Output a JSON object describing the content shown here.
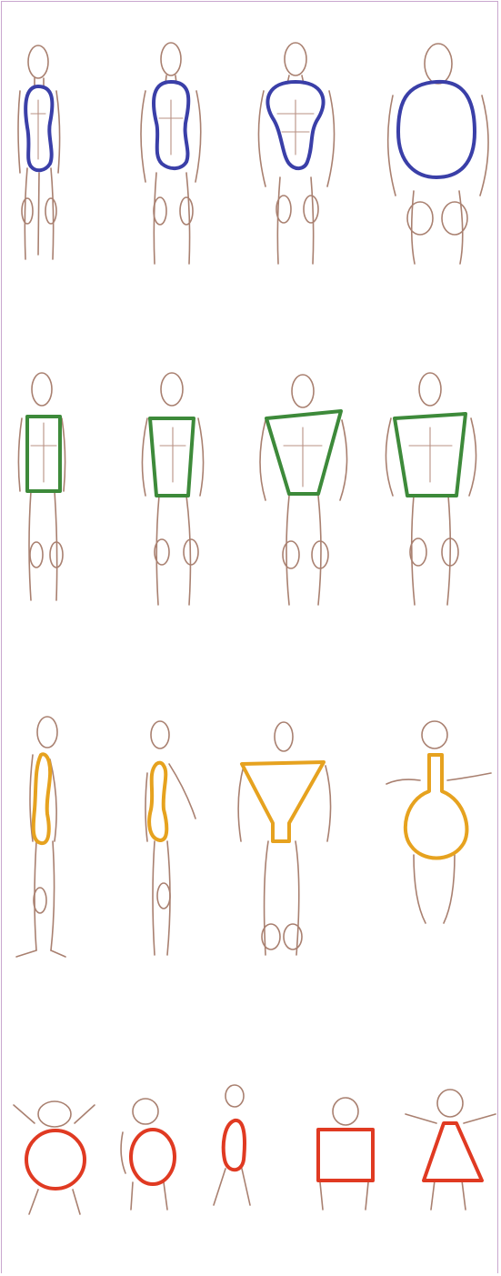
{
  "colors": {
    "border": "#c9a6cf",
    "sketch": "#a98070",
    "row_1_shape": "#3a3fa8",
    "row_2_shape": "#3d8a3a",
    "row_3_shape": "#e6a21f",
    "row_4_shape": "#e03a22"
  },
  "rows": [
    {
      "shape": "rounded-oval",
      "color_key": "row_1_shape",
      "figures": 4
    },
    {
      "shape": "rectangle-to-trapezoid",
      "color_key": "row_2_shape",
      "figures": 4
    },
    {
      "shape": "mixed-oval-triangle-circle",
      "color_key": "row_3_shape",
      "figures": 4
    },
    {
      "shape": "circle-oval-square-triangle",
      "color_key": "row_4_shape",
      "figures": 5
    }
  ]
}
